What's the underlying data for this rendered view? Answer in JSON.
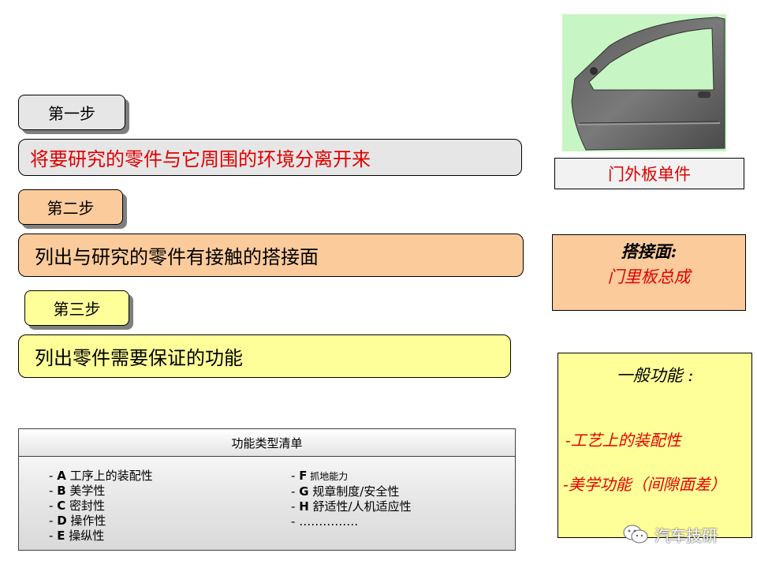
{
  "steps": [
    {
      "tab_label": "第一步",
      "description": "将要研究的零件与它周围的环境分离开来",
      "tab_color": "#e6e6e6",
      "bar_color": "#e6e6e6",
      "text_color": "#e00000"
    },
    {
      "tab_label": "第二步",
      "description": "列出与研究的零件有接触的搭接面",
      "tab_color": "#fbcb9c",
      "bar_color": "#fbcb9c",
      "text_color": "#000000"
    },
    {
      "tab_label": "第三步",
      "description": "列出零件需要保证的功能",
      "tab_color": "#ffff99",
      "bar_color": "#ffff99",
      "text_color": "#000000"
    }
  ],
  "door_panel": {
    "label": "门外板单件",
    "image_icon": "car-door-outer-panel-image",
    "bg_color": "#c8f5c4"
  },
  "contact_surface": {
    "title": "搭接面:",
    "value": "门里板总成"
  },
  "general_function": {
    "title": "一般功能 :",
    "items": [
      "-工艺上的装配性",
      "-美学功能（间隙面差）"
    ]
  },
  "function_list": {
    "title": "功能类型清单",
    "left": [
      {
        "prefix": "- ",
        "code": "A",
        "text": " 工序上的装配性"
      },
      {
        "prefix": "- ",
        "code": "B",
        "text": " 美学性"
      },
      {
        "prefix": "- ",
        "code": "C",
        "text": " 密封性"
      },
      {
        "prefix": "- ",
        "code": "D",
        "text": " 操作性"
      },
      {
        "prefix": "- ",
        "code": "E",
        "text": " 操纵性"
      }
    ],
    "right": [
      {
        "prefix": "- ",
        "code": "F",
        "text": " 抓地能力"
      },
      {
        "prefix": "- ",
        "code": "G",
        "text": " 规章制度/安全性"
      },
      {
        "prefix": "- ",
        "code": "H",
        "text": " 舒适性/人机适应性"
      },
      {
        "prefix": "- ",
        "code": "",
        "text": "……………"
      }
    ]
  },
  "watermark": {
    "icon": "wechat-icon",
    "text": "汽车技研"
  }
}
